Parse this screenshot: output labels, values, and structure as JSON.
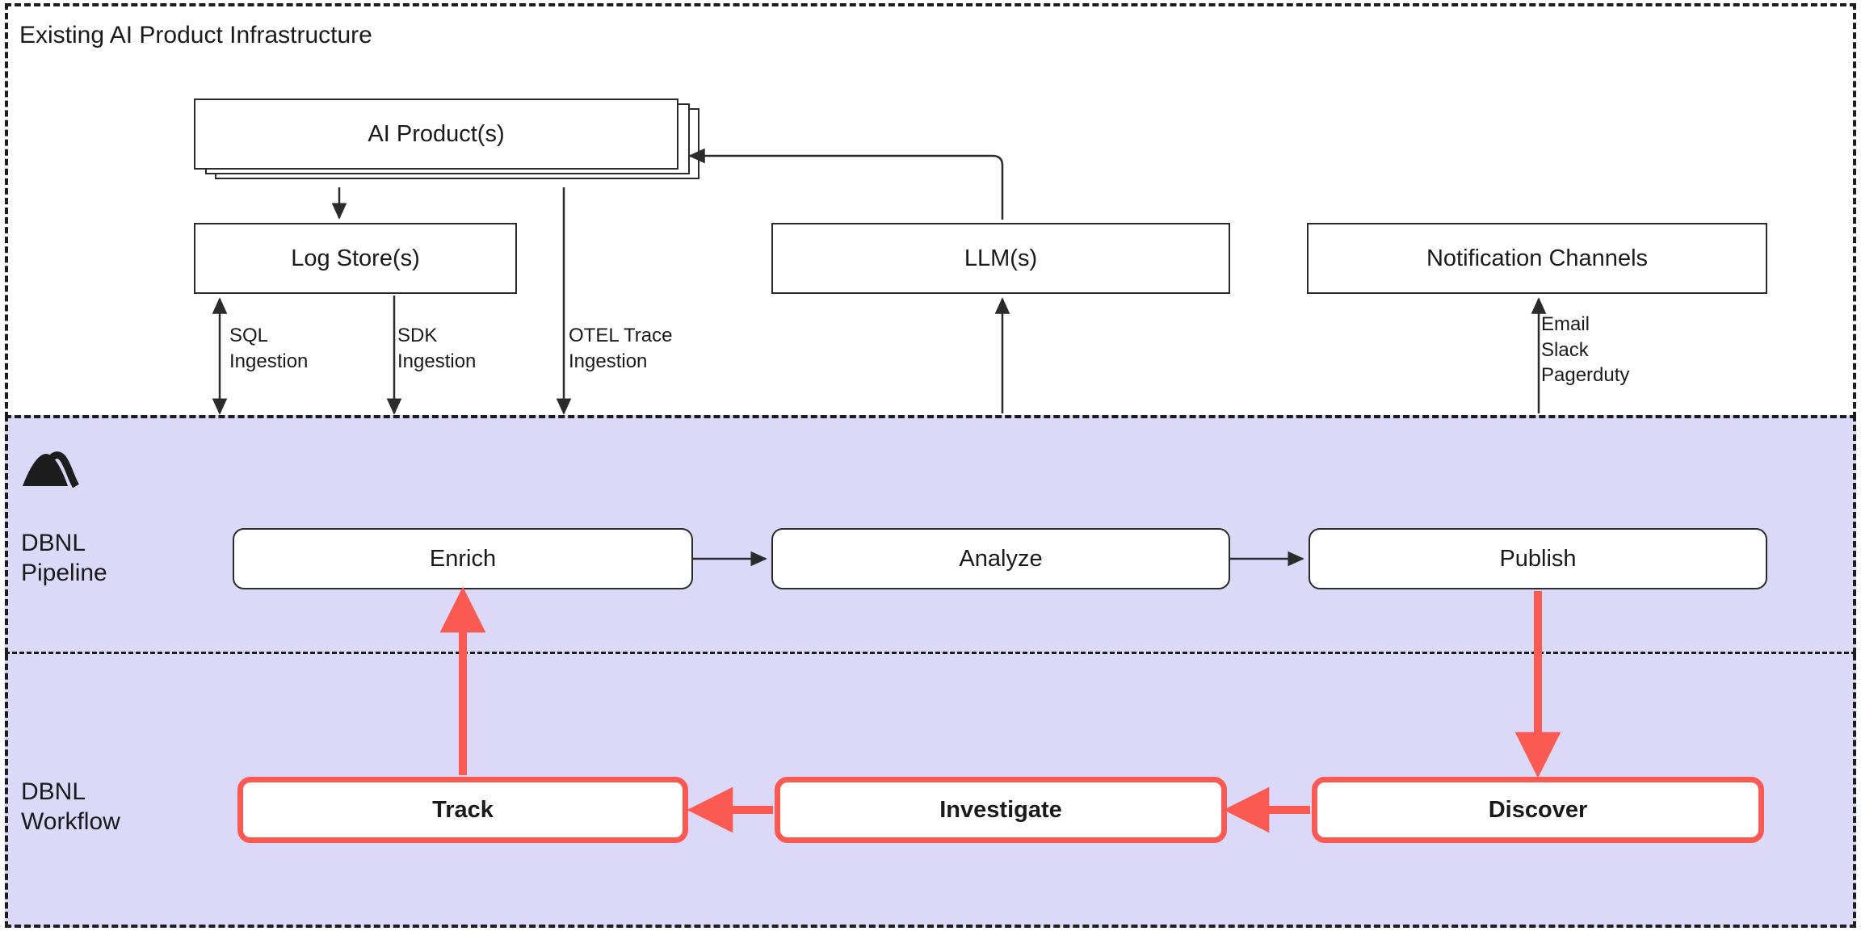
{
  "regions": {
    "existing": {
      "title": "Existing AI Product Infrastructure"
    },
    "pipeline": {
      "label": "DBNL\nPipeline",
      "logo_icon": "dbnl-mountain-logo"
    },
    "workflow": {
      "label": "DBNL\nWorkflow"
    }
  },
  "nodes": {
    "ai_product": "AI Product(s)",
    "log_store": "Log Store(s)",
    "llm": "LLM(s)",
    "notification_channels": "Notification Channels",
    "enrich": "Enrich",
    "analyze": "Analyze",
    "publish": "Publish",
    "track": "Track",
    "investigate": "Investigate",
    "discover": "Discover"
  },
  "edge_labels": {
    "sql_ingestion": "SQL\nIngestion",
    "sdk_ingestion": "SDK\nIngestion",
    "otel_ingestion": "OTEL Trace\nIngestion",
    "notification_methods": "Email\nSlack\nPagerduty"
  },
  "colors": {
    "accent_red": "#fa5a52",
    "region_lavender": "#dcd8f8",
    "stroke_dark": "#2b2b2b",
    "page_white": "#ffffff"
  }
}
